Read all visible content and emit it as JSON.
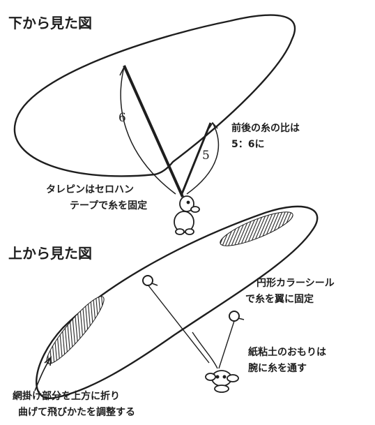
{
  "titles": {
    "bottom_view": "下から見た図",
    "top_view": "上から見た図"
  },
  "labels": {
    "ratio_line1": "前後の糸の比は",
    "ratio_line2": "5：6に",
    "num_6": "6",
    "num_5": "5",
    "tape_line1": "タレピンはセロハン",
    "tape_line2": "テープで糸を固定",
    "seal_line1": "円形カラーシール",
    "seal_line2": "で糸を翼に固定",
    "clay_line1": "紙粘土のおもりは",
    "clay_line2": "腕に糸を通す",
    "fold_line1": "網掛け部分を上方に折り",
    "fold_line2": "曲げて飛びかたを調整する"
  },
  "colors": {
    "ink": "#1e1e1e",
    "hatch": "#2a2a2a",
    "background": "#ffffff"
  }
}
